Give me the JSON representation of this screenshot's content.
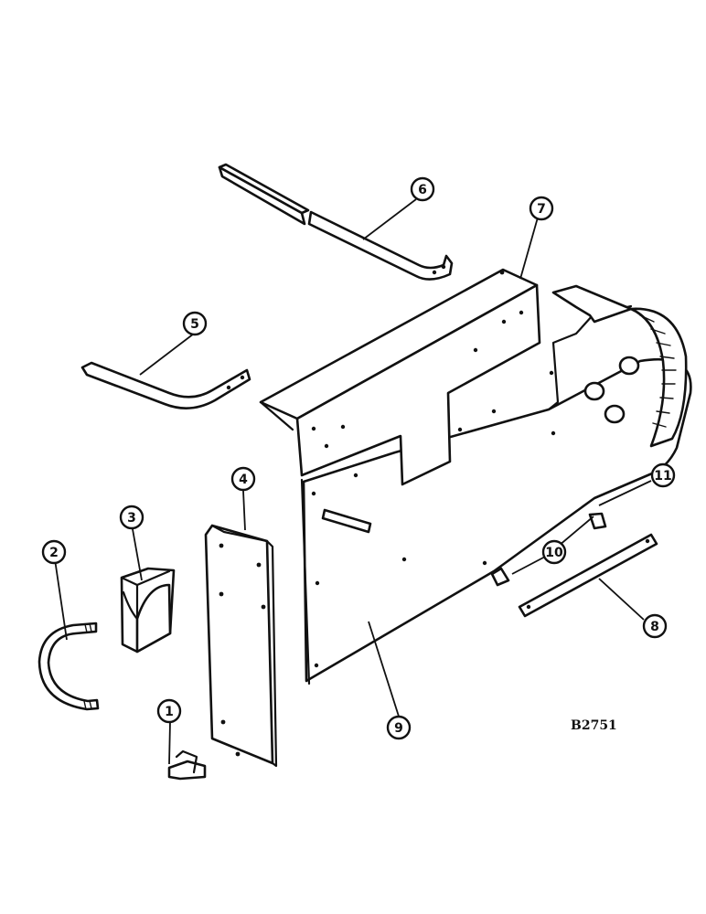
{
  "drawing_code": "B2751",
  "callouts": {
    "c1": "1",
    "c2": "2",
    "c3": "3",
    "c4": "4",
    "c5": "5",
    "c6": "6",
    "c7": "7",
    "c8": "8",
    "c9": "9",
    "c10": "10",
    "c11": "11"
  }
}
